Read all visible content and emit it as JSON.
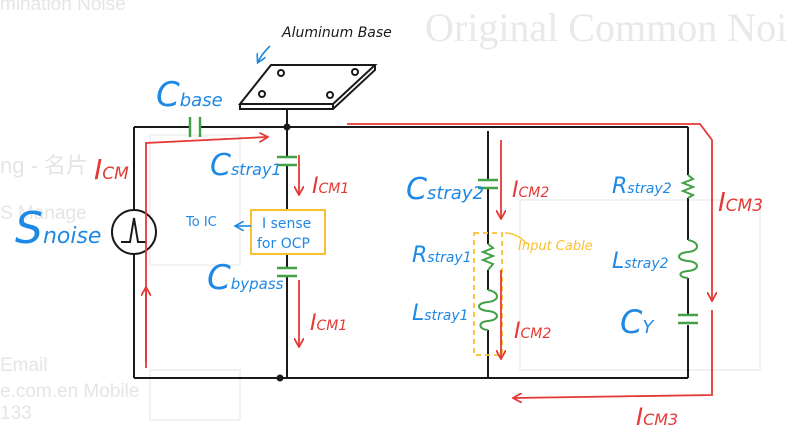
{
  "background": {
    "top_left": "mination Noise",
    "title": "Original Common Nois",
    "left_1": "ng - 名片",
    "left_2": "S Manage",
    "left_3": "Email",
    "left_4": "e.com.en Mobile",
    "left_5": "133"
  },
  "labels": {
    "aluminum_base": "Aluminum Base",
    "c_base": "C",
    "c_base_sub": "base",
    "i_cm_left": "I",
    "i_cm_left_sub": "CM",
    "s_noise": "S",
    "s_noise_sub": "noise",
    "c_stray1": "C",
    "c_stray1_sub": "stray1",
    "i_cm1_top": "I",
    "i_cm1_top_sub": "CM1",
    "to_ic": "To IC",
    "i_sense": "I sense",
    "for_ocp": "for OCP",
    "c_bypass": "C",
    "c_bypass_sub": "bypass",
    "i_cm1_bottom": "I",
    "i_cm1_bottom_sub": "CM1",
    "c_stray2": "C",
    "c_stray2_sub": "stray2",
    "i_cm2_top": "I",
    "i_cm2_top_sub": "CM2",
    "r_stray1": "R",
    "r_stray1_sub": "stray1",
    "input_cable": "Input Cable",
    "l_stray1": "L",
    "l_stray1_sub": "stray1",
    "i_cm2_bottom": "I",
    "i_cm2_bottom_sub": "CM2",
    "r_stray2": "R",
    "r_stray2_sub": "stray2",
    "i_cm3_right": "I",
    "i_cm3_right_sub": "CM3",
    "l_stray2": "L",
    "l_stray2_sub": "stray2",
    "c_y": "C",
    "c_y_sub": "Y",
    "i_cm3_bottom": "I",
    "i_cm3_bottom_sub": "CM3"
  },
  "colors": {
    "wire": "#1a1a1a",
    "current": "#e53935",
    "capacitor": "#43a047",
    "annotation": "#1e88e5",
    "sense_box": "#fbc02d",
    "background_text": "#e8e8e8"
  }
}
